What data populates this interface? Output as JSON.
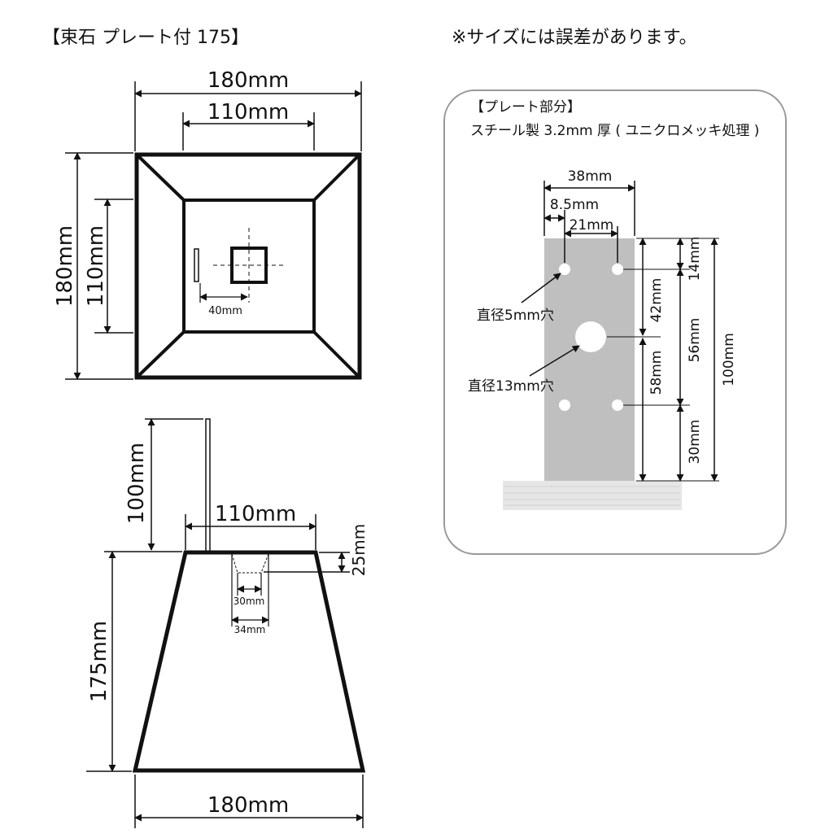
{
  "header": {
    "title": "【束石 プレート付 175】",
    "note": "※サイズには誤差があります。"
  },
  "top_view": {
    "outer_width": "180mm",
    "inner_width": "110mm",
    "outer_height": "180mm",
    "inner_height": "110mm",
    "offset": "40mm"
  },
  "side_view": {
    "plate_height": "100mm",
    "top_width": "110mm",
    "recess_depth": "25mm",
    "recess_inner": "30mm",
    "recess_outer": "34mm",
    "height": "175mm",
    "bottom_width": "180mm"
  },
  "plate_panel": {
    "heading": "【プレート部分】",
    "material": "スチール製 3.2mm 厚 ( ユニクロメッキ処理 )",
    "width": "38mm",
    "hole_offset": "8.5mm",
    "hole_spacing": "21mm",
    "top_to_hole": "14mm",
    "hole_to_center": "42mm",
    "hole_span": "56mm",
    "center_to_hole": "58mm",
    "hole_to_bottom": "30mm",
    "total_height": "100mm",
    "small_hole_label": "直径5mm穴",
    "large_hole_label": "直径13mm穴"
  },
  "colors": {
    "line": "#111111",
    "plate": "#bfbfbf",
    "panel_border": "#999999",
    "ground": "#e6e6e6"
  }
}
